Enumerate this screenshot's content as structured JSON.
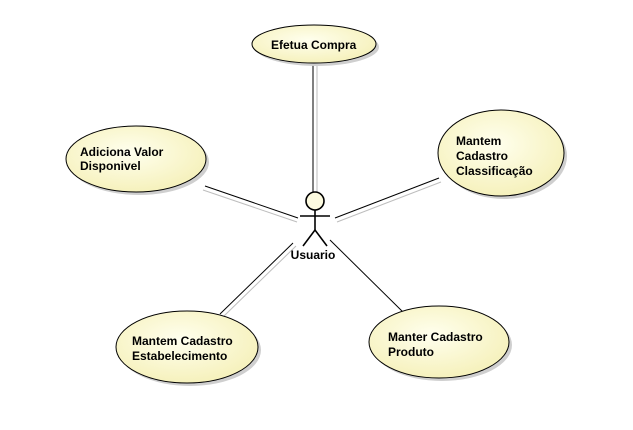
{
  "diagram": {
    "actor": {
      "name": "Usuario"
    },
    "use_cases": [
      {
        "id": "efetua-compra",
        "lines": [
          "Efetua Compra"
        ]
      },
      {
        "id": "adiciona-valor-disponivel",
        "lines": [
          "Adiciona Valor",
          "Disponivel"
        ]
      },
      {
        "id": "mantem-cadastro-classificacao",
        "lines": [
          "Mantem",
          "Cadastro",
          "Classificação"
        ]
      },
      {
        "id": "mantem-cadastro-estabelecimento",
        "lines": [
          "Mantem Cadastro",
          "Estabelecimento"
        ]
      },
      {
        "id": "manter-cadastro-produto",
        "lines": [
          "Manter Cadastro",
          "Produto"
        ]
      }
    ],
    "colors": {
      "use_case_fill_light": "#ffffee",
      "use_case_fill_dark": "#f5f0b8",
      "line": "#000000",
      "shadow": "#cfcfcf",
      "background": "#ffffff"
    }
  }
}
